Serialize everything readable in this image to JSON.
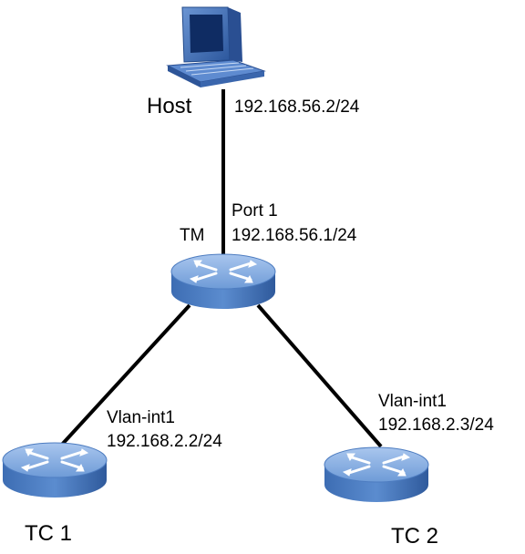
{
  "host": {
    "name": "Host",
    "ip": "192.168.56.2/24"
  },
  "tm": {
    "name": "TM",
    "port": "Port 1",
    "ip": "192.168.56.1/24"
  },
  "tc1": {
    "name": "TC 1",
    "interface": "Vlan-int1",
    "ip": "192.168.2.2/24"
  },
  "tc2": {
    "name": "TC 2",
    "interface": "Vlan-int1",
    "ip": "192.168.2.3/24"
  },
  "colors": {
    "device_body": "#3c6fb6",
    "device_top": "#7aa6dc",
    "link": "#000000",
    "host_body": "#2f5fa8"
  }
}
